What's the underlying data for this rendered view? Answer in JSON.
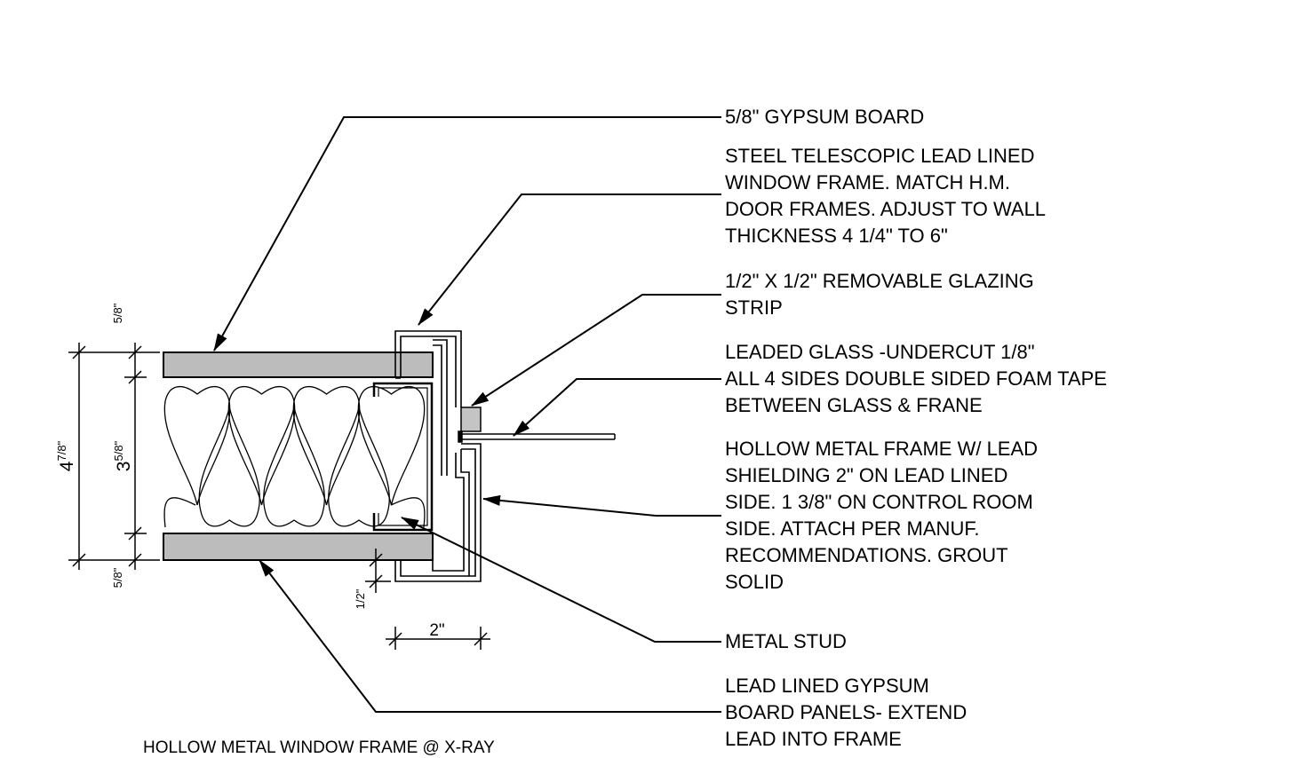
{
  "title": "HOLLOW METAL WINDOW FRAME @ X-RAY",
  "callouts": [
    {
      "id": "gypsum-board",
      "lines": [
        "5/8\" GYPSUM BOARD"
      ]
    },
    {
      "id": "telescopic-frame",
      "lines": [
        "STEEL TELESCOPIC LEAD LINED",
        "WINDOW FRAME. MATCH H.M.",
        "DOOR FRAMES. ADJUST TO WALL",
        "THICKNESS 4 1/4\" TO 6\""
      ]
    },
    {
      "id": "glazing-strip",
      "lines": [
        "1/2\" X 1/2\" REMOVABLE GLAZING",
        "STRIP"
      ]
    },
    {
      "id": "leaded-glass",
      "lines": [
        "LEADED GLASS -UNDERCUT 1/8\"",
        "ALL 4 SIDES DOUBLE SIDED FOAM TAPE",
        "BETWEEN GLASS & FRANE"
      ]
    },
    {
      "id": "hollow-metal-frame",
      "lines": [
        "HOLLOW METAL FRAME W/ LEAD",
        "SHIELDING 2\" ON LEAD LINED",
        "SIDE. 1 3/8\" ON CONTROL ROOM",
        "SIDE. ATTACH PER MANUF.",
        "RECOMMENDATIONS. GROUT",
        "SOLID"
      ]
    },
    {
      "id": "metal-stud",
      "lines": [
        "METAL STUD"
      ]
    },
    {
      "id": "lead-lined-gypsum",
      "lines": [
        "LEAD LINED GYPSUM",
        "BOARD PANELS- EXTEND",
        "LEAD INTO FRAME"
      ]
    }
  ],
  "dimensions": {
    "overall": {
      "whole": "4",
      "fraction": "7/8\""
    },
    "stud": {
      "whole": "3",
      "fraction": "5/8\""
    },
    "top_board": "5/8\"",
    "bottom_board": "5/8\"",
    "offset": "1/2\"",
    "frame_width": "2\""
  },
  "colors": {
    "line": "#000000",
    "gypsum_fill": "#bcbcbc",
    "glazing_strip_fill": "#c4c4c4",
    "background": "#ffffff"
  }
}
